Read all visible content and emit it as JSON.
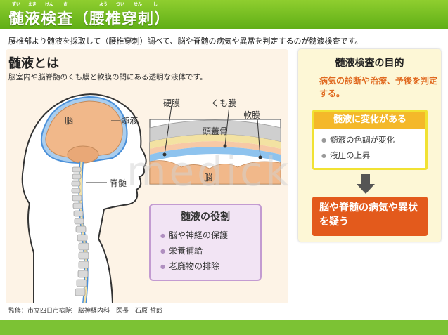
{
  "header": {
    "title": "髄液検査（腰椎穿刺）",
    "ruby": [
      "ずい",
      "えき",
      "けん",
      "さ",
      "よう",
      "つい",
      "せん",
      "し"
    ]
  },
  "intro": "腰椎部より髄液を採取して（腰椎穿刺）調べて、脳や脊髄の病気や異常を判定するのが髄液検査です。",
  "section": {
    "title": "髄液とは",
    "description": "脳室内や脳脊髄のくも膜と軟膜の間にある透明な液体です。"
  },
  "illustration": {
    "labels": {
      "brain": "脳",
      "csf": "髄液",
      "spinal_cord": "脊髄",
      "dura": "硬膜",
      "arachnoid": "くも膜",
      "pia": "軟膜",
      "skull": "頭蓋骨",
      "brain_inset": "脳"
    }
  },
  "roles": {
    "title": "髄液の役割",
    "items": [
      "脳や神経の保護",
      "栄養補給",
      "老廃物の排除"
    ]
  },
  "purpose": {
    "title": "髄液検査の目的",
    "text": "病気の診断や治療、予後を判定する。"
  },
  "changes": {
    "title": "髄液に変化がある",
    "items": [
      "髄液の色調が変化",
      "液圧の上昇"
    ]
  },
  "suspect": "脳や脊髄の病気や異状を疑う",
  "credit": "監修：市立四日市病院　脳神経内科　医長　石原 哲郎",
  "watermark": "medick",
  "icons": {
    "arrow": "arrow-down-icon"
  },
  "colors": {
    "header_green": "#6dbb1f",
    "csf_blue": "#4a90d9",
    "purpose_orange": "#e06a20",
    "change_yellow": "#f4b82a",
    "suspect_red": "#e35a1c",
    "roles_purple": "#c39bd1"
  }
}
